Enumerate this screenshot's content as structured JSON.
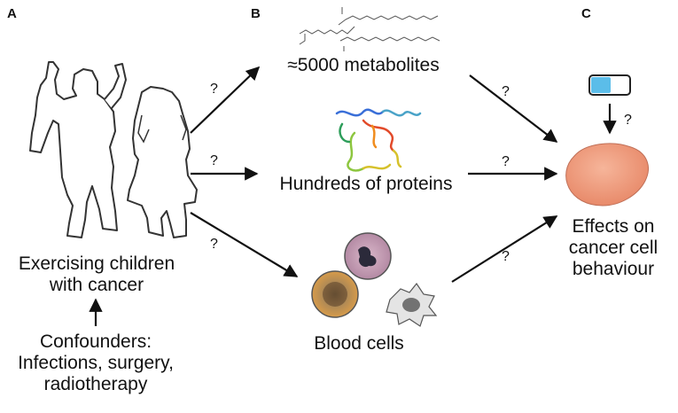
{
  "panels": {
    "a": "A",
    "b": "B",
    "c": "C"
  },
  "labels": {
    "children": [
      "Exercising children",
      "with cancer"
    ],
    "confounders": [
      "Confounders:",
      "Infections, surgery,",
      "radiotherapy"
    ],
    "metabolites": "≈5000 metabolites",
    "proteins": "Hundreds of proteins",
    "blood_cells": "Blood cells",
    "effects": [
      "Effects on",
      "cancer cell",
      "behaviour"
    ]
  },
  "question_mark": "?",
  "colors": {
    "arrow": "#111111",
    "silhouette_stroke": "#333333",
    "silhouette_fill": "#ffffff",
    "cancer_cell": "#f0a082",
    "drug_capsule_fill": "#5bbde9"
  },
  "icons": [
    "child-silhouette-icon",
    "girl-silhouette-icon",
    "lipid-molecule-icon",
    "protein-ribbon-icon",
    "blood-cell-icon",
    "cancer-cell-icon",
    "drug-capsule-icon"
  ]
}
